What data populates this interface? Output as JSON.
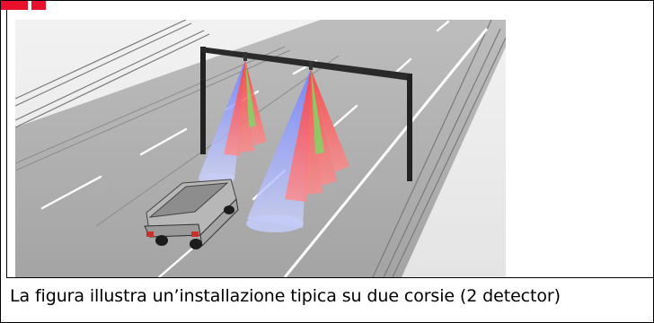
{
  "caption": "La figura illustra un’installazione tipica su due corsie (2 detector)",
  "colors": {
    "brand_red": "#e8102a",
    "road": "#a9a9a9",
    "gantry": "#222222",
    "beam_red": "#ff5a5a",
    "beam_blue": "#8a9cff",
    "beam_green": "#6ad46a"
  },
  "icons": [
    "overhead-gantry",
    "vehicle-sensor-beams",
    "station-wagon"
  ]
}
